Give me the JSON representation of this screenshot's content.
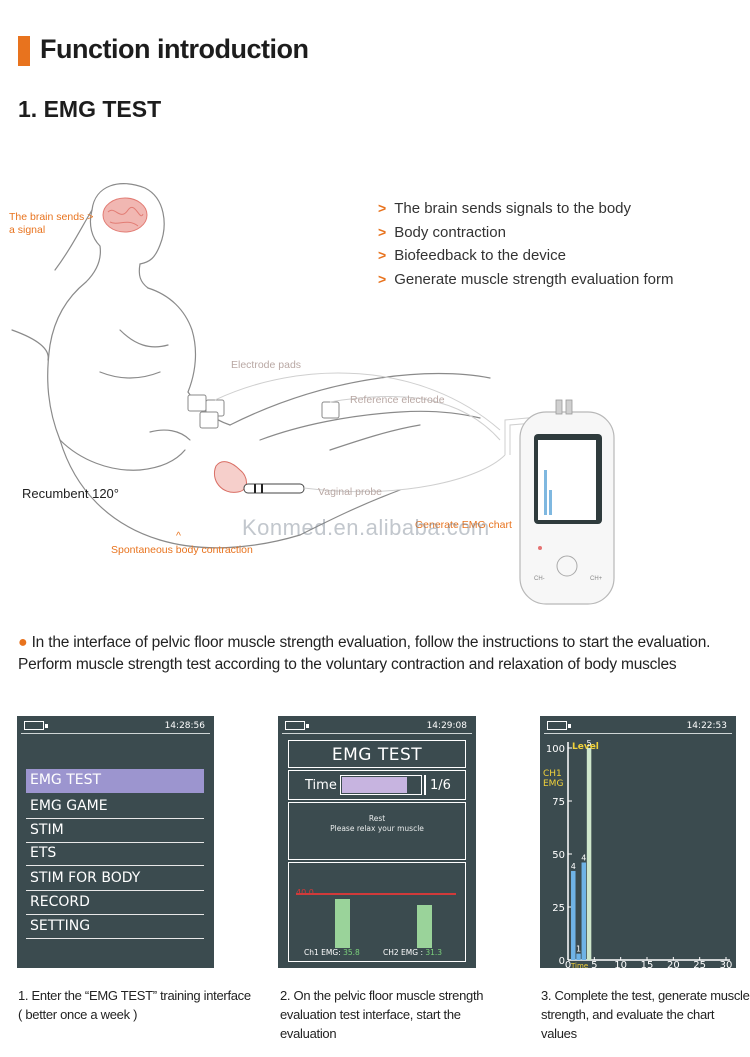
{
  "header": {
    "title": "Function introduction"
  },
  "section": {
    "title": "1. EMG TEST"
  },
  "features": [
    "The brain sends signals to the body",
    "Body contraction",
    "Biofeedback to the device",
    "Generate muscle strength evaluation form"
  ],
  "illustration": {
    "brain_label": "The brain sends >\na signal",
    "electrode_pads": "Electrode pads",
    "reference_electrode": "Reference electrode",
    "recumbent": "Recumbent 120°",
    "vaginal_probe": "Vaginal probe",
    "generate_chart": "Generate EMG chart",
    "spontaneous_caret": "^",
    "spontaneous": "Spontaneous body contraction",
    "watermark": "Konmed.en.alibaba.com",
    "device_labels": {
      "left": "CH-",
      "right": "CH+"
    }
  },
  "description": "In the interface of pelvic floor muscle strength evaluation, follow the instructions to start the evaluation. Perform muscle strength test according to the voluntary contraction and relaxation of body muscles",
  "screen1": {
    "time": "14:28:56",
    "menu": [
      "EMG TEST",
      "EMG GAME",
      "STIM",
      "ETS",
      "STIM FOR BODY",
      "RECORD",
      "SETTING"
    ],
    "selected_index": 0
  },
  "screen2": {
    "time": "14:29:08",
    "title": "EMG TEST",
    "time_label": "Time",
    "progress_fraction": 0.83,
    "fraction": "1/6",
    "rest_line1": "Rest",
    "rest_line2": "Please relax your muscle",
    "threshold": "40.0",
    "ch1_label": "Ch1 EMG:",
    "ch1_value": "35.8",
    "ch2_label": "CH2 EMG :",
    "ch2_value": "31.3"
  },
  "screen3": {
    "time": "14:22:53",
    "level_label": "Level",
    "ch_label_1": "CH1",
    "ch_label_2": "EMG",
    "x_axis_label": "Time"
  },
  "chart_data": {
    "type": "bar",
    "title": "",
    "xlabel": "Time",
    "ylabel": "CH1 EMG",
    "xlim": [
      0,
      30
    ],
    "ylim": [
      0,
      100
    ],
    "xticks": [
      0,
      5,
      10,
      15,
      20,
      25,
      30
    ],
    "yticks": [
      0,
      25,
      50,
      75,
      100
    ],
    "grid": false,
    "series": [
      {
        "name": "Level",
        "x": [
          1,
          2,
          3,
          4
        ],
        "values": [
          42,
          3,
          46,
          100
        ],
        "labels": [
          "4",
          "1",
          "4",
          "5"
        ]
      }
    ]
  },
  "captions": {
    "c1": "1. Enter the “EMG TEST” training interface ( better once a week )",
    "c2": "2. On the pelvic floor muscle strength evaluation test interface, start the evaluation",
    "c3": "3. Complete the test, generate muscle strength, and evaluate the chart values"
  },
  "colors": {
    "accent": "#e8731e",
    "screen_bg": "#3b4b4f",
    "menu_highlight": "#9c95cf",
    "bar_green": "#9ad39a",
    "bar_blue": "#6fb3e6"
  }
}
